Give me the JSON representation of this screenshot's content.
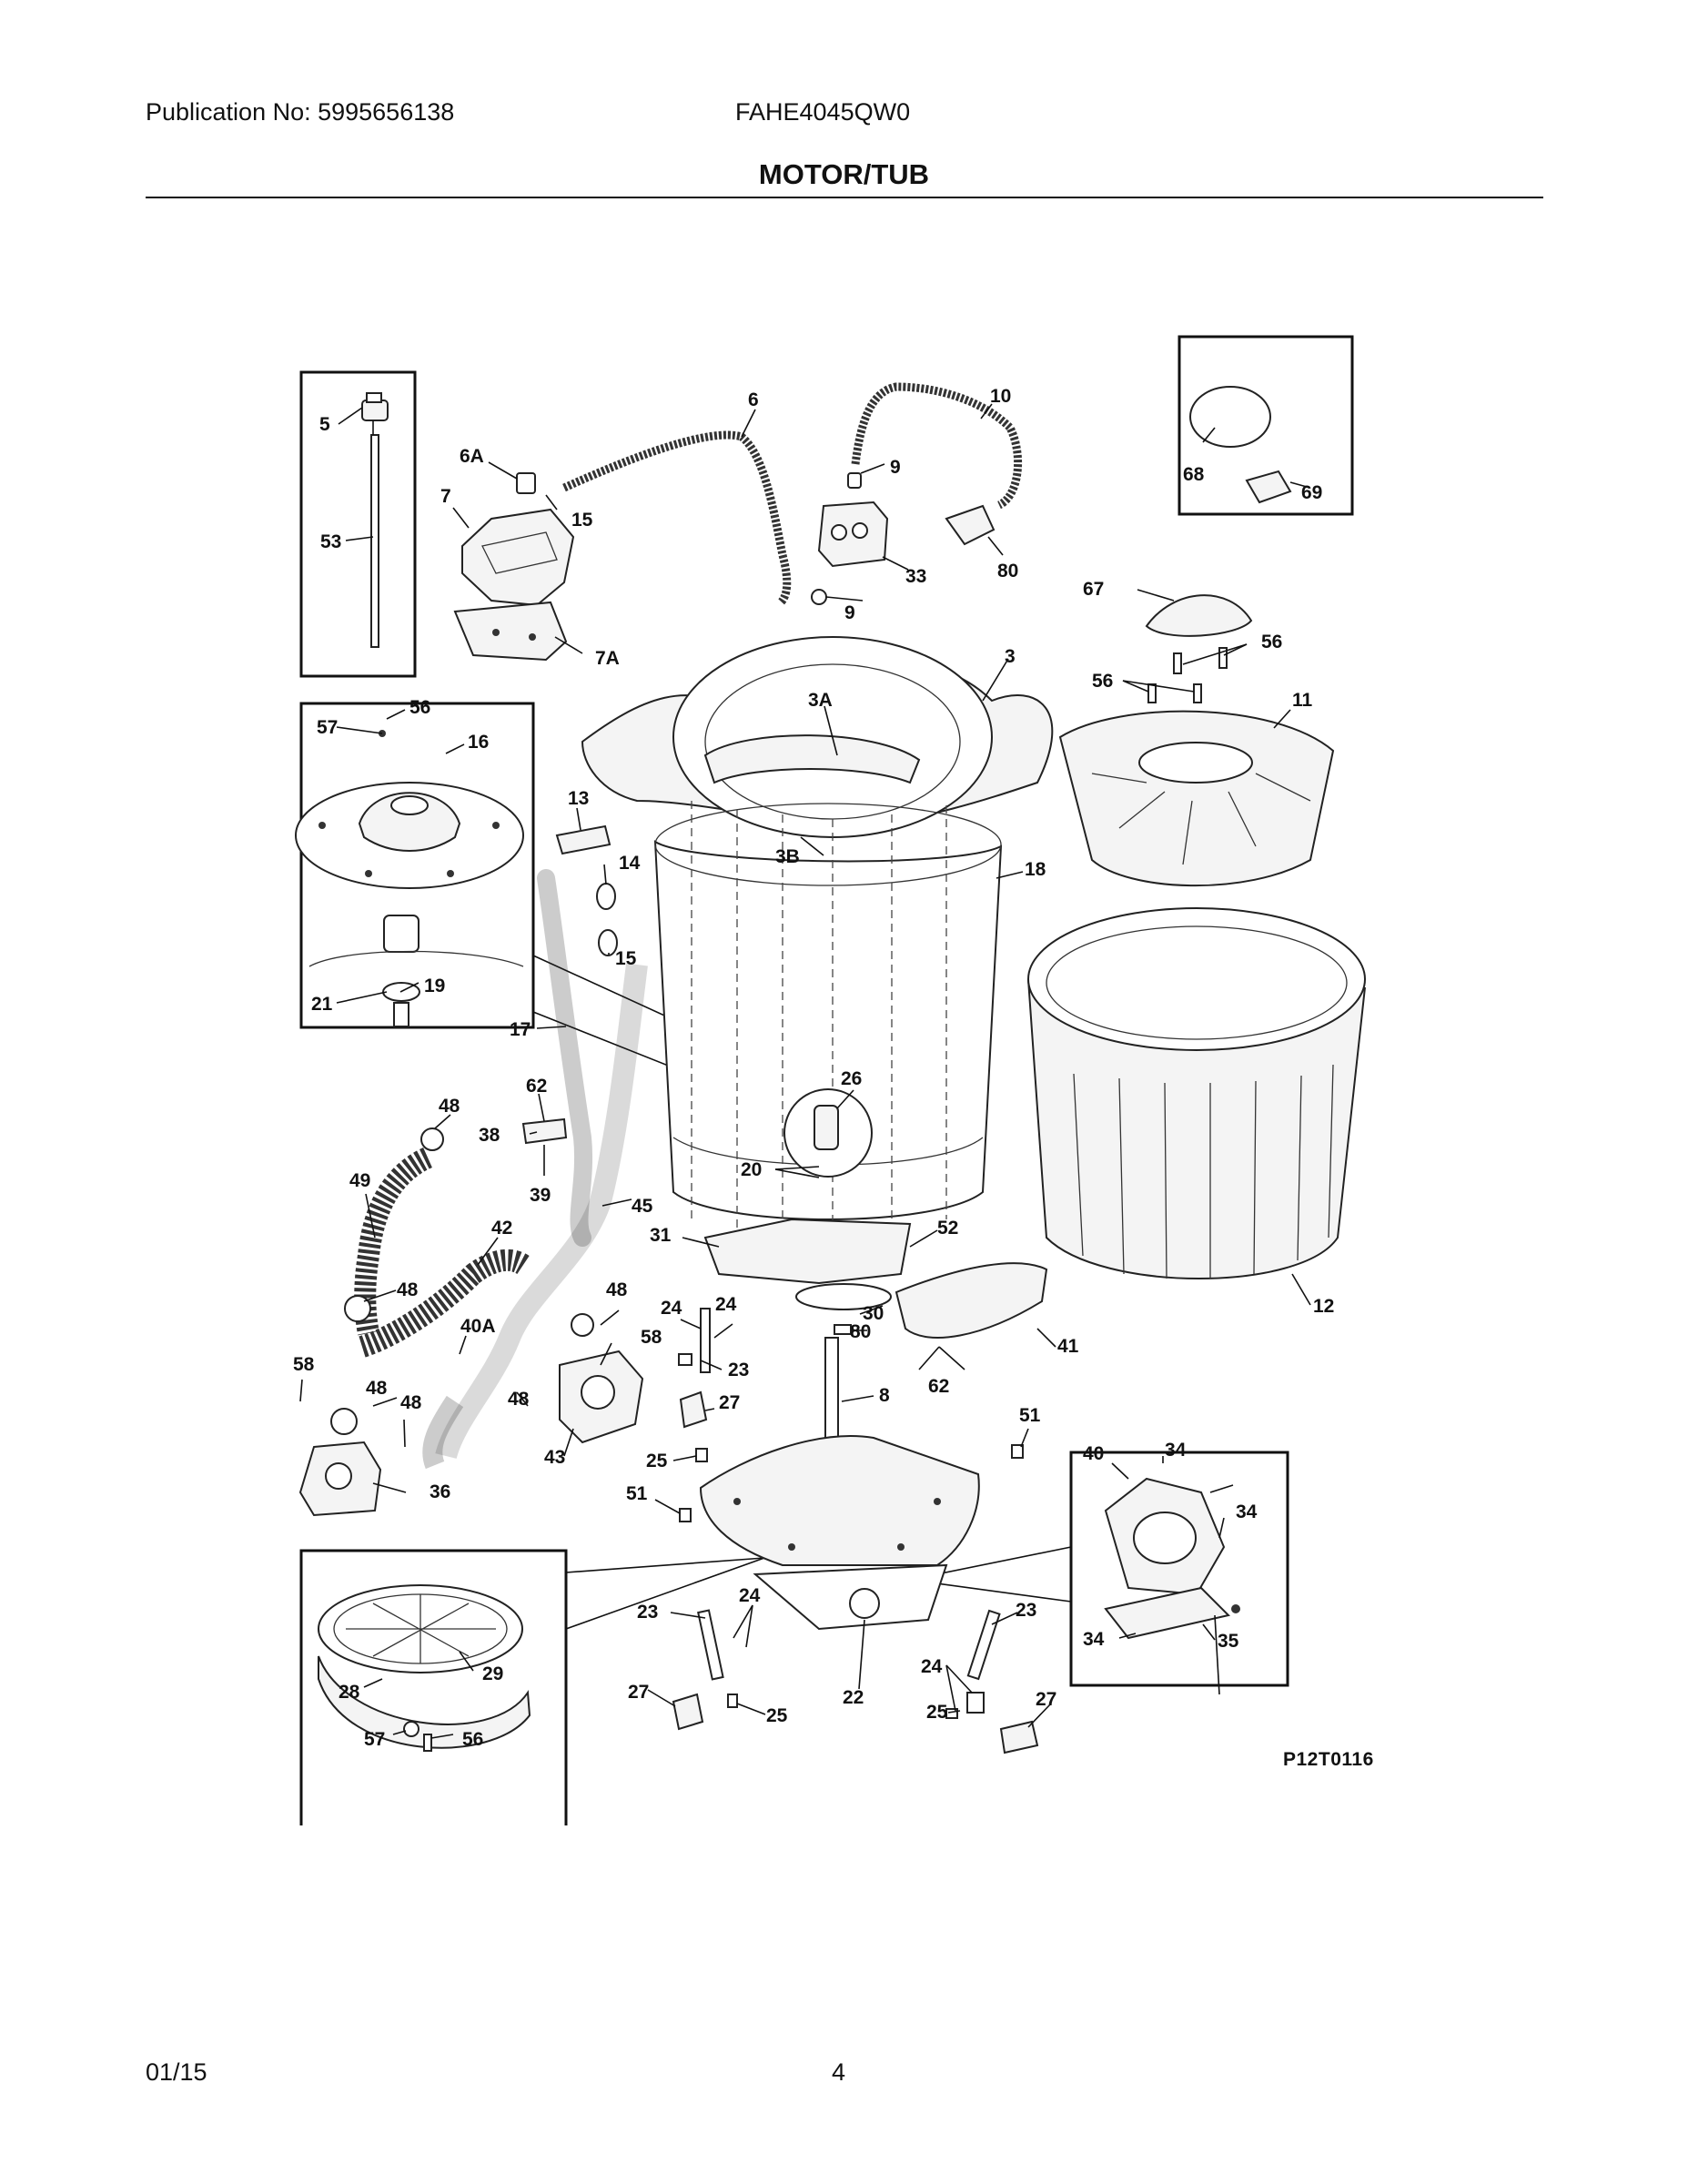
{
  "header": {
    "publication": "Publication No: 5995656138",
    "model": "FAHE4045QW0",
    "title": "MOTOR/TUB"
  },
  "footer": {
    "date": "01/15",
    "page": "4"
  },
  "diagram": {
    "code": "P12T0116",
    "labels": {
      "l5": "5",
      "l53": "53",
      "l6A": "6A",
      "l7": "7",
      "l15a": "15",
      "l7A": "7A",
      "l6": "6",
      "l10": "10",
      "l9a": "9",
      "l9b": "9",
      "l33": "33",
      "l80a": "80",
      "l68": "68",
      "l69": "69",
      "l67": "67",
      "l56a": "56",
      "l56b": "56",
      "l11": "11",
      "l3": "3",
      "l3A": "3A",
      "l3B": "3B",
      "l13": "13",
      "l14": "14",
      "l15b": "15",
      "l18": "18",
      "l57a": "57",
      "l56c": "56",
      "l16": "16",
      "l19": "19",
      "l21": "21",
      "l17": "17",
      "l26": "26",
      "l20": "20",
      "l12": "12",
      "l48a": "48",
      "l62a": "62",
      "l38": "38",
      "l39": "39",
      "l49": "49",
      "l45": "45",
      "l42": "42",
      "l48b": "48",
      "l48c": "48",
      "l40A": "40A",
      "l58a": "58",
      "l58b": "58",
      "l48d": "48",
      "l48e": "48",
      "l48f": "48",
      "l43": "43",
      "l36": "36",
      "l31": "31",
      "l52": "52",
      "l24a": "24",
      "l24b": "24",
      "l30": "30",
      "l80b": "80",
      "l23a": "23",
      "l41": "41",
      "l62b": "62",
      "l8": "8",
      "l27a": "27",
      "l25a": "25",
      "l51a": "51",
      "l51b": "51",
      "l40": "40",
      "l34a": "34",
      "l34b": "34",
      "l34c": "34",
      "l35": "35",
      "l29": "29",
      "l28": "28",
      "l57b": "57",
      "l56d": "56",
      "l23b": "23",
      "l24c": "24",
      "l27b": "27",
      "l25b": "25",
      "l22": "22",
      "l23c": "23",
      "l24d": "24",
      "l25c": "25",
      "l27c": "27"
    }
  }
}
